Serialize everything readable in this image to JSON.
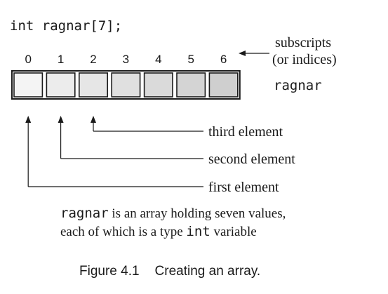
{
  "declaration": "int ragnar[7];",
  "subscripts_label": [
    "subscripts",
    "(or indices)"
  ],
  "indices": [
    "0",
    "1",
    "2",
    "3",
    "4",
    "5",
    "6"
  ],
  "array_name": "ragnar",
  "cells": [
    {
      "fill": "#f4f4f4"
    },
    {
      "fill": "#ececec"
    },
    {
      "fill": "#e6e6e6"
    },
    {
      "fill": "#e0e0e0"
    },
    {
      "fill": "#dadada"
    },
    {
      "fill": "#d4d4d4"
    },
    {
      "fill": "#cfcfcf"
    }
  ],
  "callouts": [
    {
      "text": "third element",
      "index": 2
    },
    {
      "text": "second element",
      "index": 1
    },
    {
      "text": "first element",
      "index": 0
    }
  ],
  "description": {
    "line1_code": "ragnar",
    "line1_text": " is an array holding seven values,",
    "line2_text": "each of which is a type ",
    "line2_code": "int",
    "line2_text_end": " variable"
  },
  "caption": {
    "number": "Figure 4.1",
    "text": "Creating an array."
  }
}
